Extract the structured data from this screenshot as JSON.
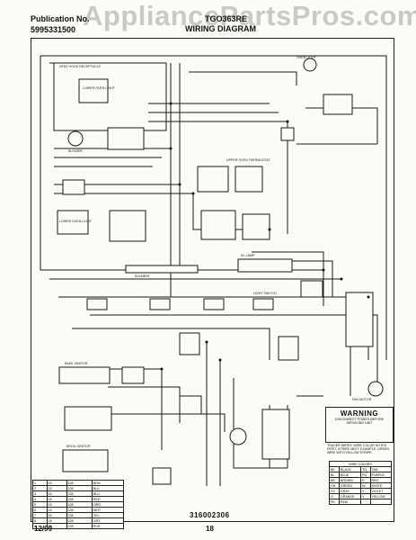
{
  "watermark": "AppliancePartsPros.com",
  "header": {
    "publication_label": "Publication No.",
    "publication_number": "5995331500",
    "model": "TGO363RE",
    "title": "WIRING DIAGRAM"
  },
  "diagram": {
    "labels": [
      "VENT HOOD RECEPTACLE",
      "LOWER OVEN LIGHT",
      "BLOWER",
      "OVEN LIGHT",
      "UPPER OVEN THERMOSTAT",
      "LOWER OVEN LIGHT",
      "ELEMENT",
      "IN. LAMP",
      "LIGHT SWITCH",
      "BAKE IGNITOR",
      "BROIL IGNITOR",
      "WARNING",
      "FAN MOTOR"
    ]
  },
  "warning": {
    "title": "WARNING",
    "text": "DISCONNECT POWER BEFORE SERVICING UNIT"
  },
  "tracer_note": "TRACER WIRES: WIRE COLOR NOTED FIRST, STRIPE NEXT. EXAMPLE: GREEN WIRE WITH YELLOW STRIPE.",
  "color_legend": {
    "header": "WIRE COLORS",
    "rows": [
      [
        "BK",
        "BLACK",
        "TN",
        "TAN"
      ],
      [
        "BL",
        "BLUE",
        "PU",
        "PURPLE"
      ],
      [
        "BR",
        "BROWN",
        "R",
        "RED"
      ],
      [
        "GN",
        "GREEN",
        "W",
        "WHITE"
      ],
      [
        "GY",
        "GRAY",
        "V",
        "VIOLET"
      ],
      [
        "O",
        "ORANGE",
        "Y",
        "YELLOW"
      ],
      [
        "PK",
        "PINK",
        "",
        ""
      ]
    ]
  },
  "revision_table": {
    "rows": [
      [
        "1",
        "15",
        "105",
        "BRN"
      ],
      [
        "2",
        "15",
        "105",
        "BLK"
      ],
      [
        "3",
        "15",
        "105",
        "BLU"
      ],
      [
        "4",
        "15",
        "105",
        "RED"
      ],
      [
        "5",
        "15",
        "105",
        "ORG"
      ],
      [
        "6",
        "15",
        "105",
        "WHT"
      ],
      [
        "7",
        "15",
        "105",
        "YEL"
      ],
      [
        "8",
        "18",
        "105",
        "GRY"
      ],
      [
        "9",
        "18",
        "105",
        "PUR"
      ]
    ]
  },
  "footer": {
    "document_number": "316002306",
    "date": "12/99",
    "page": "18"
  }
}
